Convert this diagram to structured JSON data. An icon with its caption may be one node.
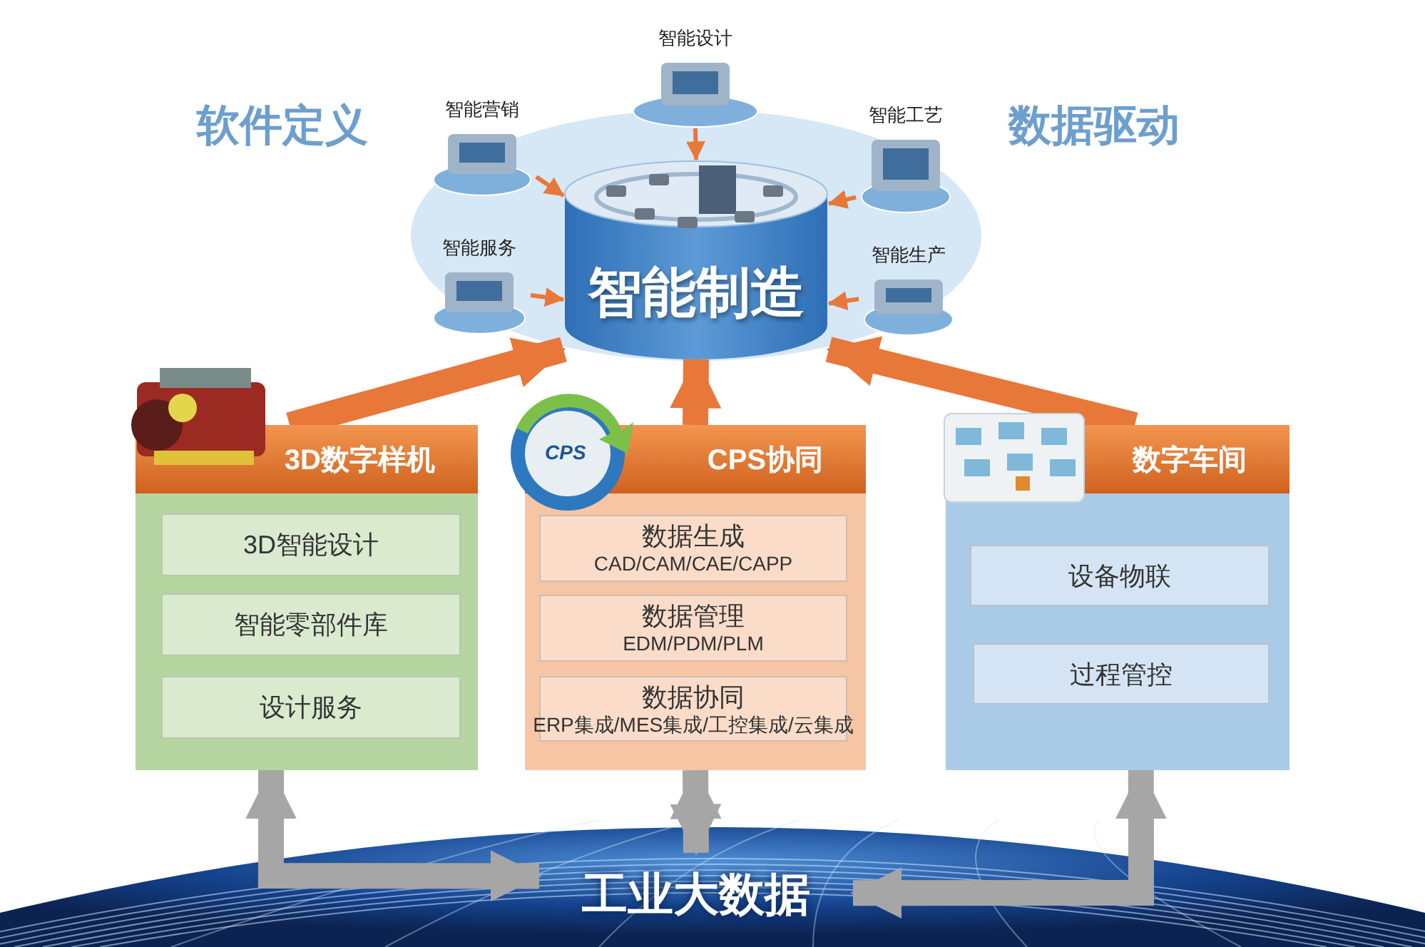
{
  "diagram": {
    "nodes": [
      {
        "text": [
          "智能制造"
        ]
      },
      {
        "text": [
          "智能设计"
        ]
      },
      {
        "text": [
          "智能营销"
        ]
      },
      {
        "text": [
          "智能工艺"
        ]
      },
      {
        "text": [
          "智能服务"
        ]
      },
      {
        "text": [
          "智能生产"
        ]
      },
      {
        "text": [
          "3D数字样机"
        ]
      },
      {
        "text": [
          "3D智能设计"
        ],
        "in": 6
      },
      {
        "text": [
          "智能零部件库"
        ],
        "in": 6
      },
      {
        "text": [
          "设计服务"
        ],
        "in": 6
      },
      {
        "text": [
          "CPS协同"
        ]
      },
      {
        "text": [
          "数据生成",
          "CAD/CAM/CAE/CAPP"
        ],
        "in": 10
      },
      {
        "text": [
          "数据管理",
          "EDM/PDM/PLM"
        ],
        "in": 10
      },
      {
        "text": [
          "数据协同",
          "ERP集成/MES集成/工控集成/云集成"
        ],
        "in": 10
      },
      {
        "text": [
          "数字车间"
        ]
      },
      {
        "text": [
          "设备物联"
        ],
        "in": 14
      },
      {
        "text": [
          "过程管控"
        ],
        "in": 14
      },
      {
        "text": [
          "工业大数据"
        ]
      }
    ],
    "edges": [
      {
        "from": 1,
        "to": 0,
        "arrow": "to"
      },
      {
        "from": 2,
        "to": 0,
        "arrow": "to"
      },
      {
        "from": 3,
        "to": 0,
        "arrow": "to"
      },
      {
        "from": 4,
        "to": 0,
        "arrow": "to"
      },
      {
        "from": 5,
        "to": 0,
        "arrow": "to"
      },
      {
        "from": 6,
        "to": 0,
        "arrow": "to"
      },
      {
        "from": 10,
        "to": 0,
        "arrow": "to"
      },
      {
        "from": 14,
        "to": 0,
        "arrow": "to"
      },
      {
        "from": 17,
        "to": 6,
        "arrow": "both",
        "color": "#a6a6a6"
      },
      {
        "from": 17,
        "to": 10,
        "arrow": "both",
        "color": "#a6a6a6"
      },
      {
        "from": 17,
        "to": 14,
        "arrow": "both",
        "color": "#a6a6a6"
      }
    ],
    "labels": [
      "软件定义",
      "数据驱动",
      "CPS"
    ]
  }
}
